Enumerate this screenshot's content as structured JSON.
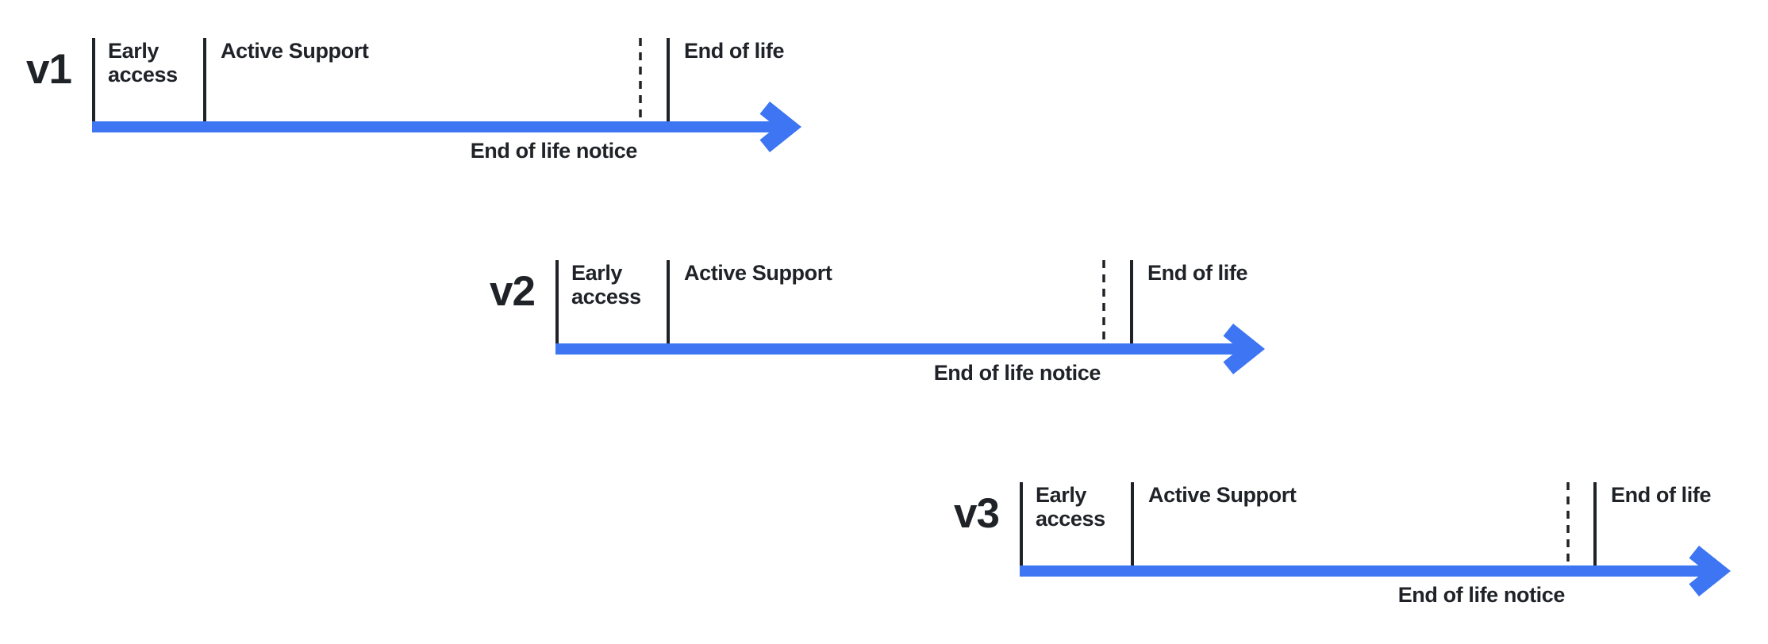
{
  "diagram": {
    "type": "version-lifecycle-timeline",
    "labels": {
      "early_line1": "Early",
      "early_line2": "access",
      "active_support": "Active Support",
      "end_of_life": "End of life",
      "eol_notice": "End of life notice"
    },
    "rows": [
      {
        "version": "v1",
        "phases": [
          "Early access",
          "Active Support",
          "End of life notice",
          "End of life"
        ]
      },
      {
        "version": "v2",
        "phases": [
          "Early access",
          "Active Support",
          "End of life notice",
          "End of life"
        ]
      },
      {
        "version": "v3",
        "phases": [
          "Early access",
          "Active Support",
          "End of life notice",
          "End of life"
        ]
      }
    ],
    "colors": {
      "timeline_blue": "#3D75F2",
      "ink": "#1F2227"
    }
  }
}
